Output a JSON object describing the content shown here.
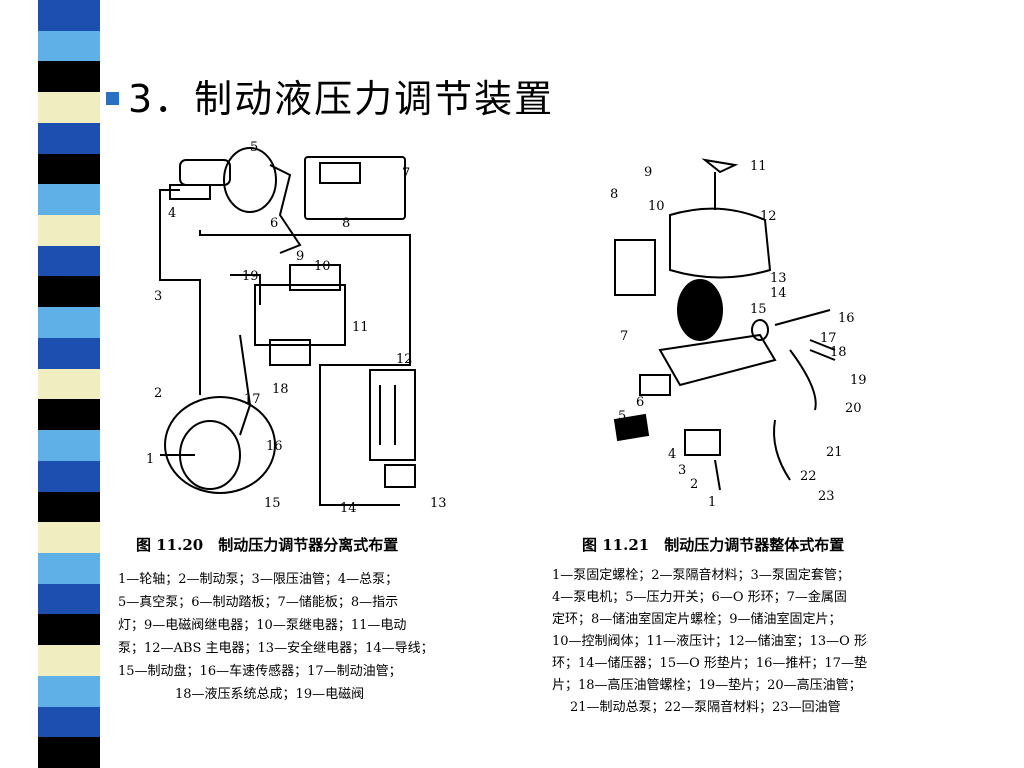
{
  "slide": {
    "title": "3．制动液压力调节装置",
    "bullet_color": "#2a6fc0"
  },
  "decoration": {
    "stripe_colors": [
      "#1d4fb0",
      "#5fb0e6",
      "#000000",
      "#f0edc0",
      "#1d4fb0",
      "#000000",
      "#5fb0e6",
      "#f0edc0",
      "#1d4fb0",
      "#000000",
      "#5fb0e6",
      "#1d4fb0",
      "#f0edc0",
      "#000000",
      "#5fb0e6",
      "#1d4fb0",
      "#000000",
      "#f0edc0",
      "#5fb0e6",
      "#1d4fb0",
      "#000000",
      "#f0edc0",
      "#5fb0e6",
      "#1d4fb0",
      "#000000"
    ]
  },
  "figure_left": {
    "callouts": [
      "5",
      "7",
      "4",
      "6",
      "8",
      "9",
      "10",
      "19",
      "3",
      "11",
      "12",
      "18",
      "2",
      "17",
      "16",
      "1",
      "15",
      "14",
      "13"
    ],
    "caption": "图 11.20　制动压力调节器分离式布置",
    "legend": [
      "1—轮轴；2—制动泵；3—限压油管；4—总泵；",
      "5—真空泵；6—制动踏板；7—储能板；8—指示",
      "灯；9—电磁阀继电器；10—泵继电器；11—电动",
      "泵；12—ABS 主电器；13—安全继电器；14—导线；",
      "15—制动盘；16—车速传感器；17—制动油管；",
      "18—液压系统总成；19—电磁阀"
    ]
  },
  "figure_right": {
    "callouts": [
      "9",
      "11",
      "8",
      "10",
      "12",
      "13",
      "14",
      "15",
      "16",
      "7",
      "17",
      "18",
      "19",
      "6",
      "20",
      "5",
      "21",
      "4",
      "3",
      "22",
      "2",
      "23",
      "1"
    ],
    "caption": "图 11.21　制动压力调节器整体式布置",
    "legend": [
      "1—泵固定螺栓；2—泵隔音材料；3—泵固定套管；",
      "4—泵电机；5—压力开关；6—O 形环；7—金属固",
      "定环；8—储油室固定片螺栓；9—储油室固定片；",
      "10—控制阀体；11—液压计；12—储油室；13—O 形",
      "环；14—储压器；15—O 形垫片；16—推杆；17—垫",
      "片；18—高压油管螺栓；19—垫片；20—高压油管；",
      "21—制动总泵；22—泵隔音材料；23—回油管"
    ]
  }
}
